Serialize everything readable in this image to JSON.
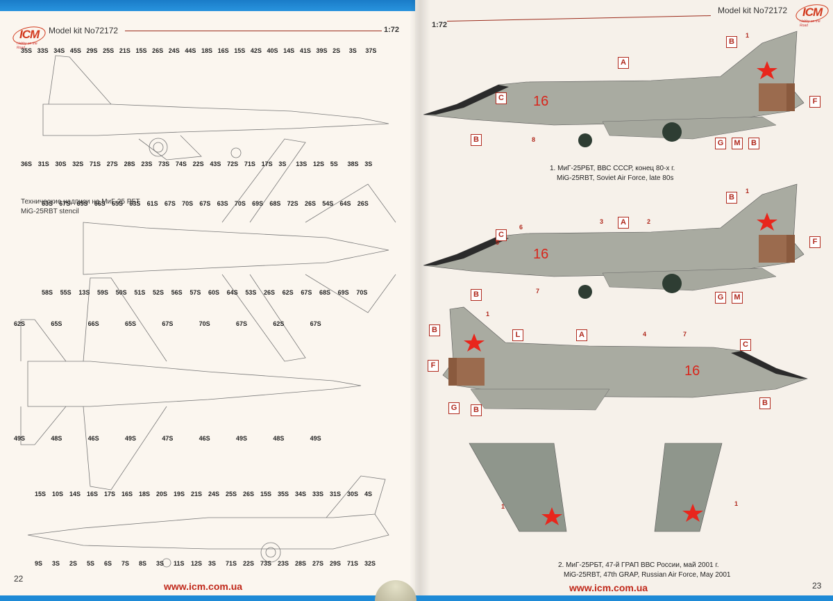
{
  "document": {
    "type": "Model kit instruction booklet spread",
    "brand": "ICM",
    "brand_tagline": "Hobby on the Road",
    "accent_color": "#c0281a",
    "aircraft_gray": "#a9aba1"
  },
  "left_page": {
    "header": {
      "kit_label": "Model kit No72172",
      "scale": "1:72"
    },
    "stencil_title": {
      "ru": "Технические надписи на МиГ-25 РБТ",
      "en": "MiG-25RBT stencil"
    },
    "views": {
      "side_left_labels": [
        "35S",
        "33S",
        "34S",
        "45S",
        "29S",
        "25S",
        "21S",
        "15S",
        "26S",
        "24S",
        "44S",
        "18S",
        "16S",
        "15S",
        "42S",
        "40S",
        "14S",
        "41S",
        "39S",
        "2S",
        "3S",
        "37S",
        "36S",
        "31S",
        "30S",
        "32S",
        "71S",
        "27S",
        "28S",
        "23S",
        "73S",
        "74S",
        "22S",
        "43S",
        "72S",
        "71S",
        "17S",
        "3S",
        "13S",
        "12S",
        "5S",
        "38S",
        "3S"
      ],
      "top_labels": [
        "63S",
        "67S",
        "65S",
        "66S",
        "65S",
        "63S",
        "61S",
        "67S",
        "70S",
        "67S",
        "63S",
        "70S",
        "69S",
        "68S",
        "72S",
        "26S",
        "54S",
        "64S",
        "26S",
        "58S",
        "55S",
        "13S",
        "59S",
        "50S",
        "51S",
        "52S",
        "56S",
        "57S",
        "60S",
        "64S",
        "53S",
        "26S",
        "62S",
        "67S",
        "68S",
        "69S",
        "70S"
      ],
      "bottom_labels": [
        "62S",
        "65S",
        "66S",
        "65S",
        "67S",
        "70S",
        "67S",
        "62S",
        "67S",
        "49S",
        "48S",
        "46S",
        "49S",
        "47S",
        "46S",
        "49S",
        "48S",
        "49S"
      ],
      "side_right_labels": [
        "15S",
        "10S",
        "14S",
        "16S",
        "17S",
        "16S",
        "18S",
        "20S",
        "19S",
        "21S",
        "24S",
        "25S",
        "26S",
        "15S",
        "35S",
        "34S",
        "33S",
        "31S",
        "30S",
        "4S",
        "9S",
        "3S",
        "2S",
        "5S",
        "6S",
        "7S",
        "8S",
        "3S",
        "11S",
        "12S",
        "3S",
        "71S",
        "22S",
        "73S",
        "23S",
        "28S",
        "27S",
        "29S",
        "71S",
        "32S"
      ]
    },
    "footer": {
      "page_number": "22",
      "url": "www.icm.com.ua"
    }
  },
  "right_page": {
    "header": {
      "kit_label": "Model kit No72172",
      "scale": "1:72"
    },
    "profiles": [
      {
        "id": 1,
        "callouts": [
          "C",
          "A",
          "B",
          "F",
          "B",
          "G",
          "M",
          "B"
        ],
        "decal_numbers": [
          "1",
          "8"
        ],
        "tail_number": "16",
        "caption_ru": "1. МиГ-25РБТ, ВВС СССР, конец 80-х г.",
        "caption_en": "MiG-25RBT, Soviet Air Force, late 80s"
      },
      {
        "id": 2,
        "callouts": [
          "C",
          "A",
          "B",
          "F",
          "B",
          "G",
          "M"
        ],
        "decal_numbers": [
          "1",
          "2",
          "3",
          "5",
          "6",
          "7"
        ],
        "tail_number": "16"
      },
      {
        "id": 3,
        "callouts": [
          "B",
          "L",
          "A",
          "C",
          "F",
          "G",
          "B",
          "B"
        ],
        "decal_numbers": [
          "1",
          "4",
          "7"
        ],
        "tail_number": "16"
      }
    ],
    "fins": [
      {
        "side": "left",
        "decal_number": "1"
      },
      {
        "side": "right",
        "decal_number": "1"
      }
    ],
    "caption_2": {
      "ru": "2. МиГ-25РБТ, 47-й ГРАП ВВС России, май 2001 г.",
      "en": "MiG-25RBT, 47th GRAP, Russian Air Force, May 2001"
    },
    "footer": {
      "page_number": "23",
      "url": "www.icm.com.ua"
    }
  }
}
